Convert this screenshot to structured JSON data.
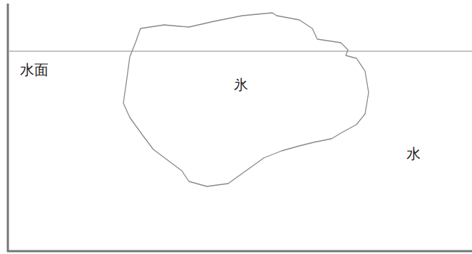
{
  "diagram": {
    "nodes": [
      {
        "text": [
          "氷"
        ]
      }
    ],
    "labels": [
      "水面",
      "水"
    ]
  }
}
